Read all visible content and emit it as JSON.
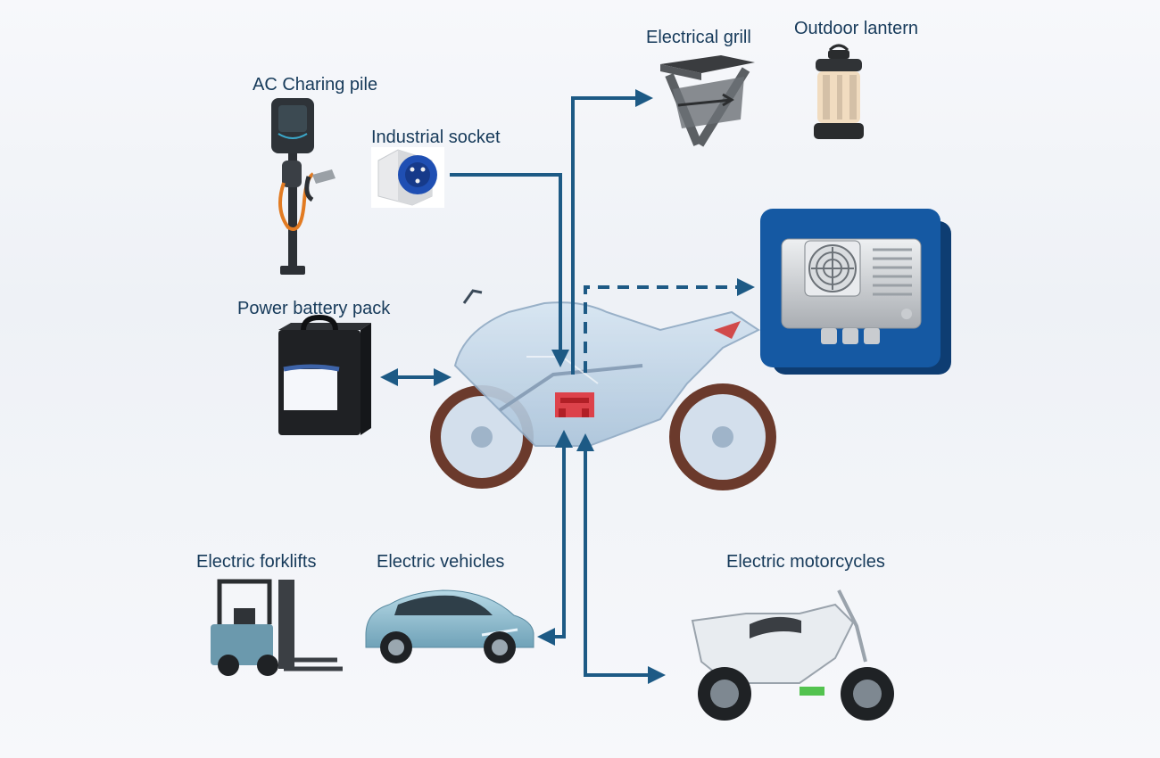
{
  "labels": {
    "ac_pile": "AC Charing pile",
    "industrial_socket": "Industrial socket",
    "electrical_grill": "Electrical grill",
    "outdoor_lantern": "Outdoor lantern",
    "battery_pack": "Power battery pack",
    "forklifts": "Electric forklifts",
    "vehicles": "Electric vehicles",
    "motorcycles": "Electric motorcycles"
  },
  "colors": {
    "arrow": "#1d5a85",
    "controller_bg": "#1559a3",
    "controller_shadow": "#0e3d72",
    "charger_red": "#e0323a",
    "label": "#163a5a"
  },
  "icons": {
    "ac_pile": "ev-charging-pile-icon",
    "industrial_socket": "industrial-socket-icon",
    "electrical_grill": "grill-icon",
    "outdoor_lantern": "lantern-icon",
    "battery_pack": "battery-pack-icon",
    "controller": "onboard-charger-module-icon",
    "main_motorcycle": "sport-motorcycle-icon",
    "forklift": "forklift-icon",
    "vehicle": "car-icon",
    "scooter": "electric-scooter-icon"
  }
}
